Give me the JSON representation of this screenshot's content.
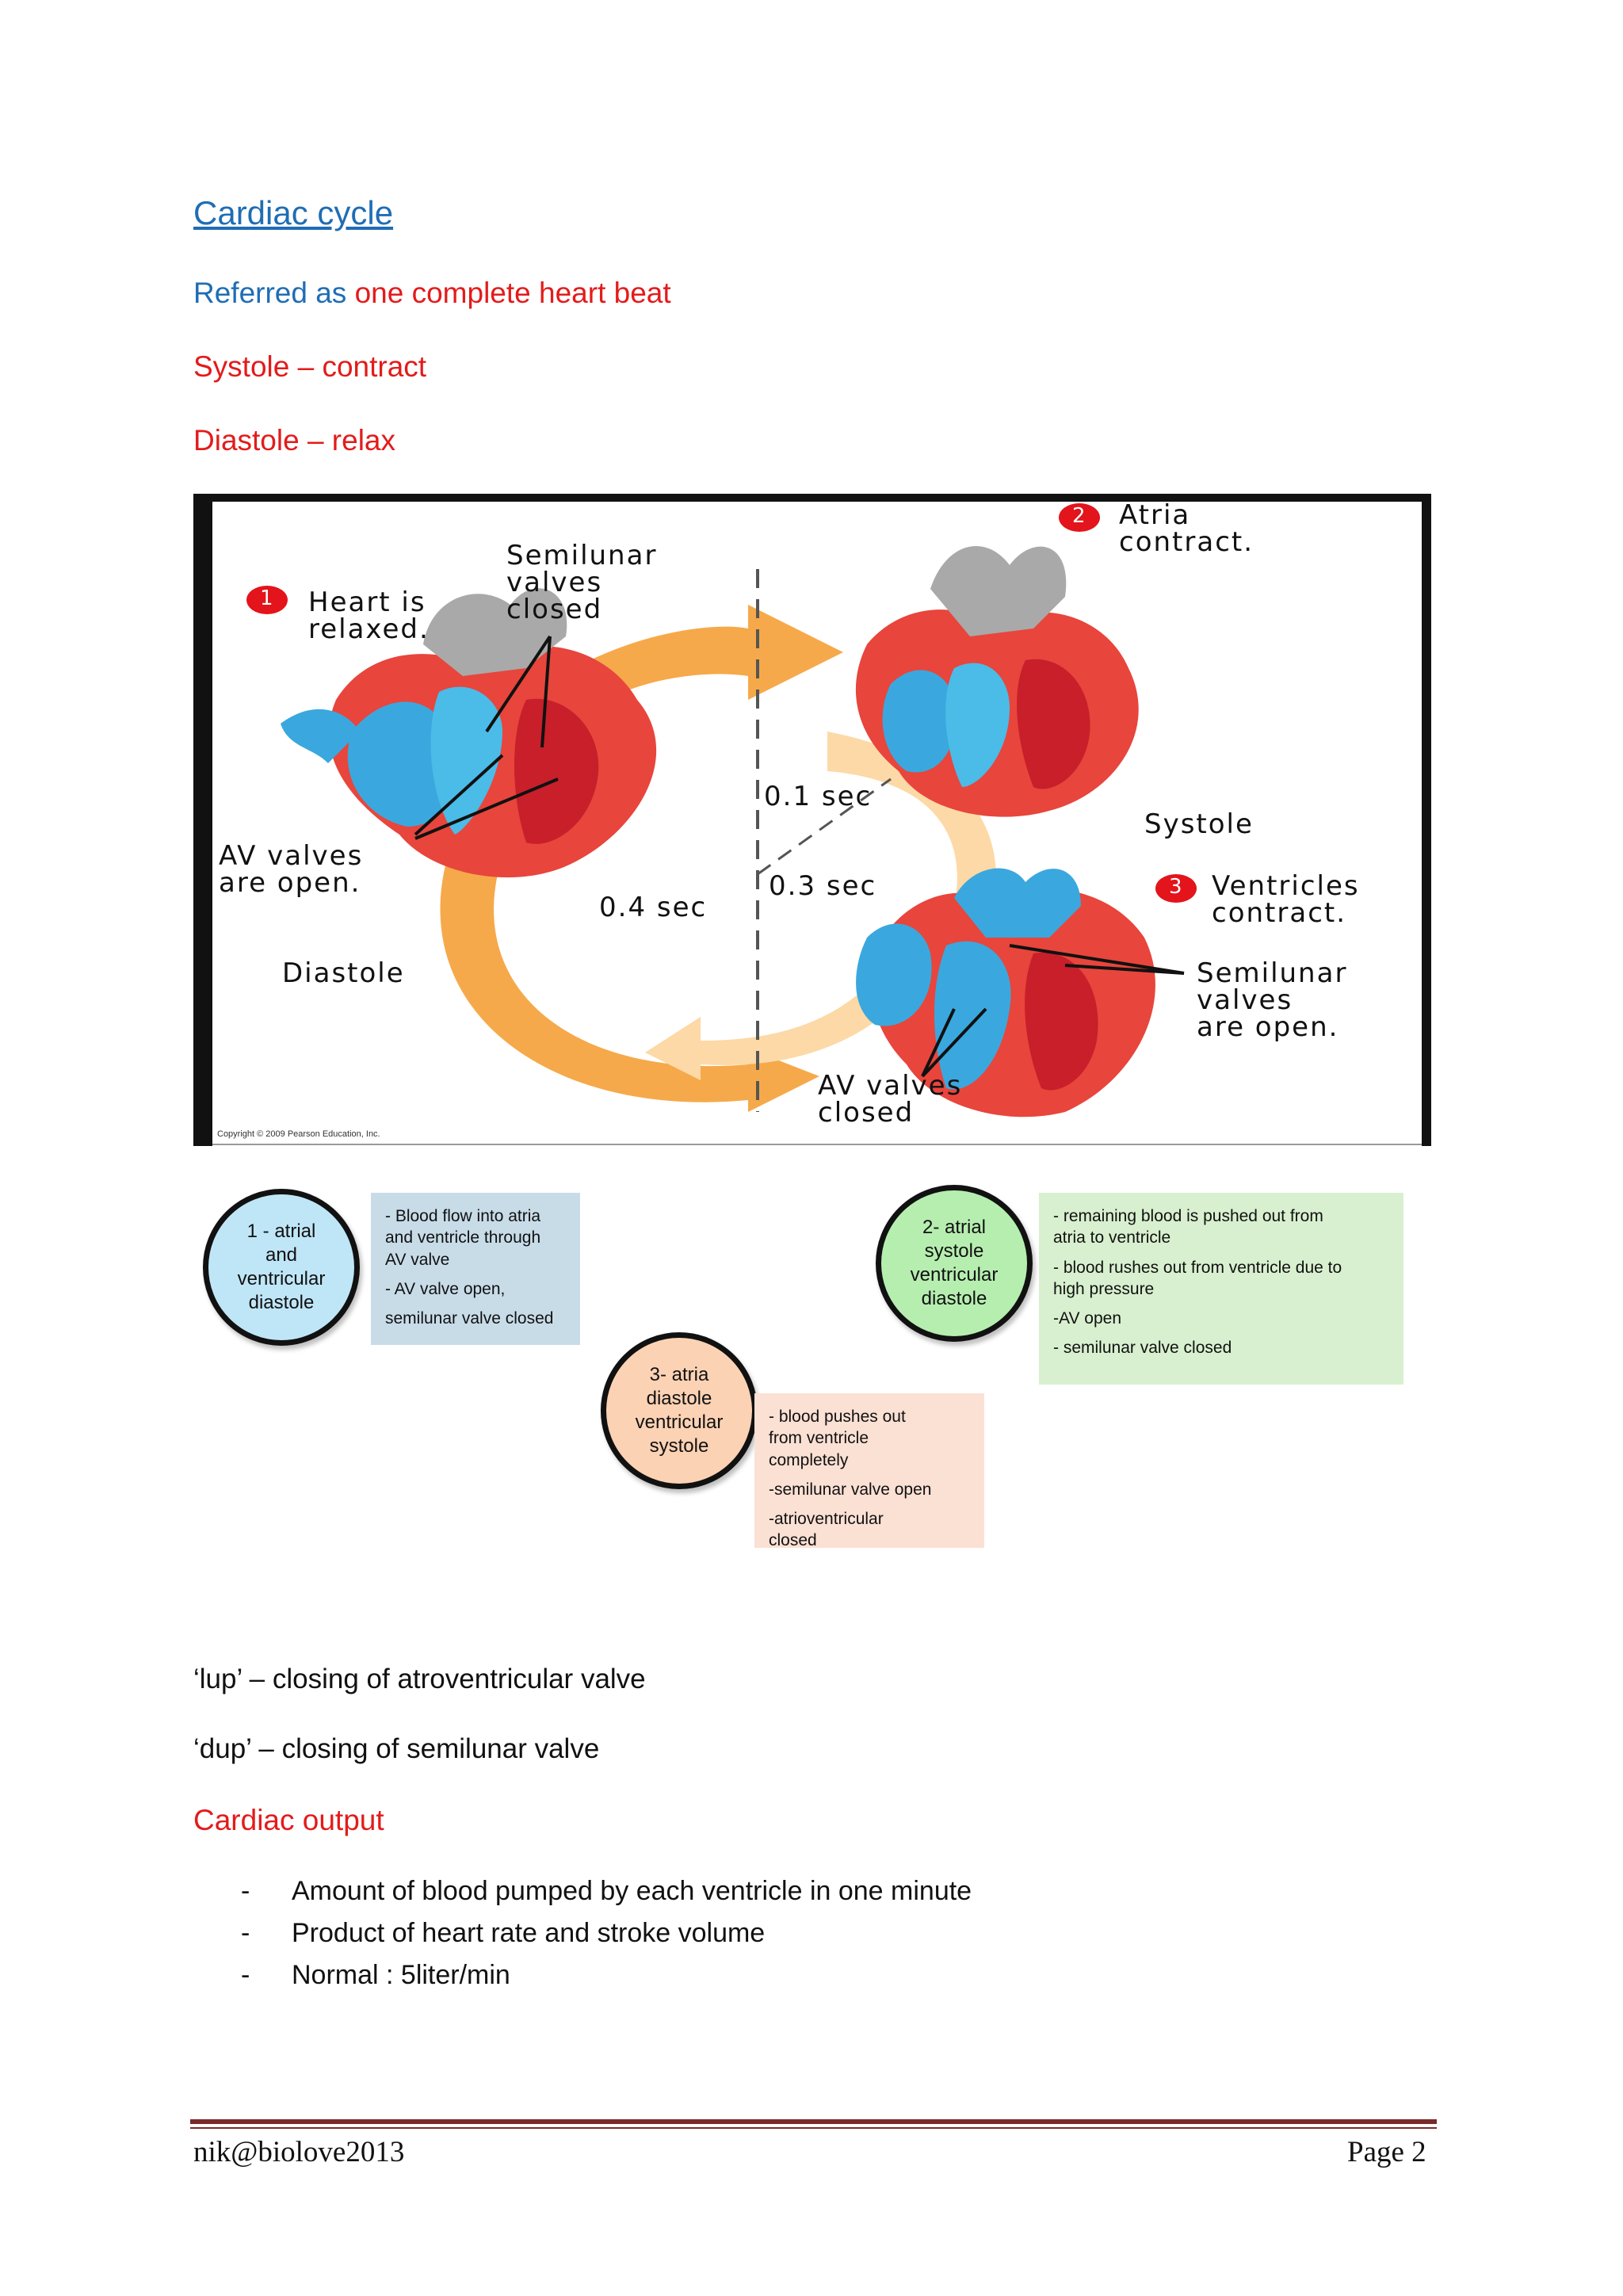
{
  "heading": {
    "title": "Cardiac cycle",
    "referred_prefix": "Referred as",
    "referred_rest": "one complete heart beat",
    "systole": "Systole – contract",
    "diastole": "Diastole – relax"
  },
  "figure": {
    "step1_num": "1",
    "step1_text": "Heart is\nrelaxed.",
    "semilunar_closed": "Semilunar\nvalves\nclosed",
    "step2_num": "2",
    "step2_text": "Atria\ncontract.",
    "t01": "0.1 sec",
    "systole": "Systole",
    "av_open": "AV valves\nare open.",
    "t04": "0.4 sec",
    "t03": "0.3 sec",
    "step3_num": "3",
    "step3_text": "Ventricles\ncontract.",
    "diastole": "Diastole",
    "semilunar_open": "Semilunar\nvalves\nare open.",
    "av_closed": "AV valves\nclosed",
    "copyright": "Copyright © 2009 Pearson Education, Inc.",
    "colors": {
      "arrow_orange": "#f6a94a",
      "arrow_light": "#fcd9a6",
      "heart_red": "#e8453c",
      "blood_blue": "#3aa8de",
      "badge_red": "#e3141b"
    }
  },
  "phases": [
    {
      "circle": "1 - atrial\nand\nventricular\ndiastole",
      "notes": [
        "- Blood flow into atria\nand ventricle through\nAV valve",
        "-  AV valve open,",
        "semilunar valve closed"
      ],
      "circle_color": "#bfe6f7",
      "note_color": "#c8dce8"
    },
    {
      "circle": "2- atrial\nsystole\nventricular\ndiastole",
      "notes": [
        "- remaining blood is pushed out from\natria to ventricle",
        "- blood rushes out from ventricle due to\nhigh pressure",
        "-AV open",
        "- semilunar valve closed"
      ],
      "circle_color": "#b6eeb0",
      "note_color": "#d8f0cf"
    },
    {
      "circle": "3- atria\ndiastole\nventricular\nsystole",
      "notes": [
        "- blood pushes out\nfrom ventricle\ncompletely",
        "-semilunar valve open",
        "-atrioventricular\nclosed"
      ],
      "circle_color": "#fcd2b4",
      "note_color": "#fbe0d4"
    }
  ],
  "sounds": {
    "lup": "‘lup’ – closing of atroventricular valve",
    "dup": "‘dup’ – closing of semilunar valve"
  },
  "output": {
    "title": "Cardiac output",
    "items": [
      "Amount of blood pumped by each ventricle in one minute",
      "Product of heart rate  and stroke volume",
      "Normal : 5liter/min"
    ],
    "dash": "-"
  },
  "footer": {
    "left": "nik@biolove2013",
    "right": "Page 2"
  }
}
